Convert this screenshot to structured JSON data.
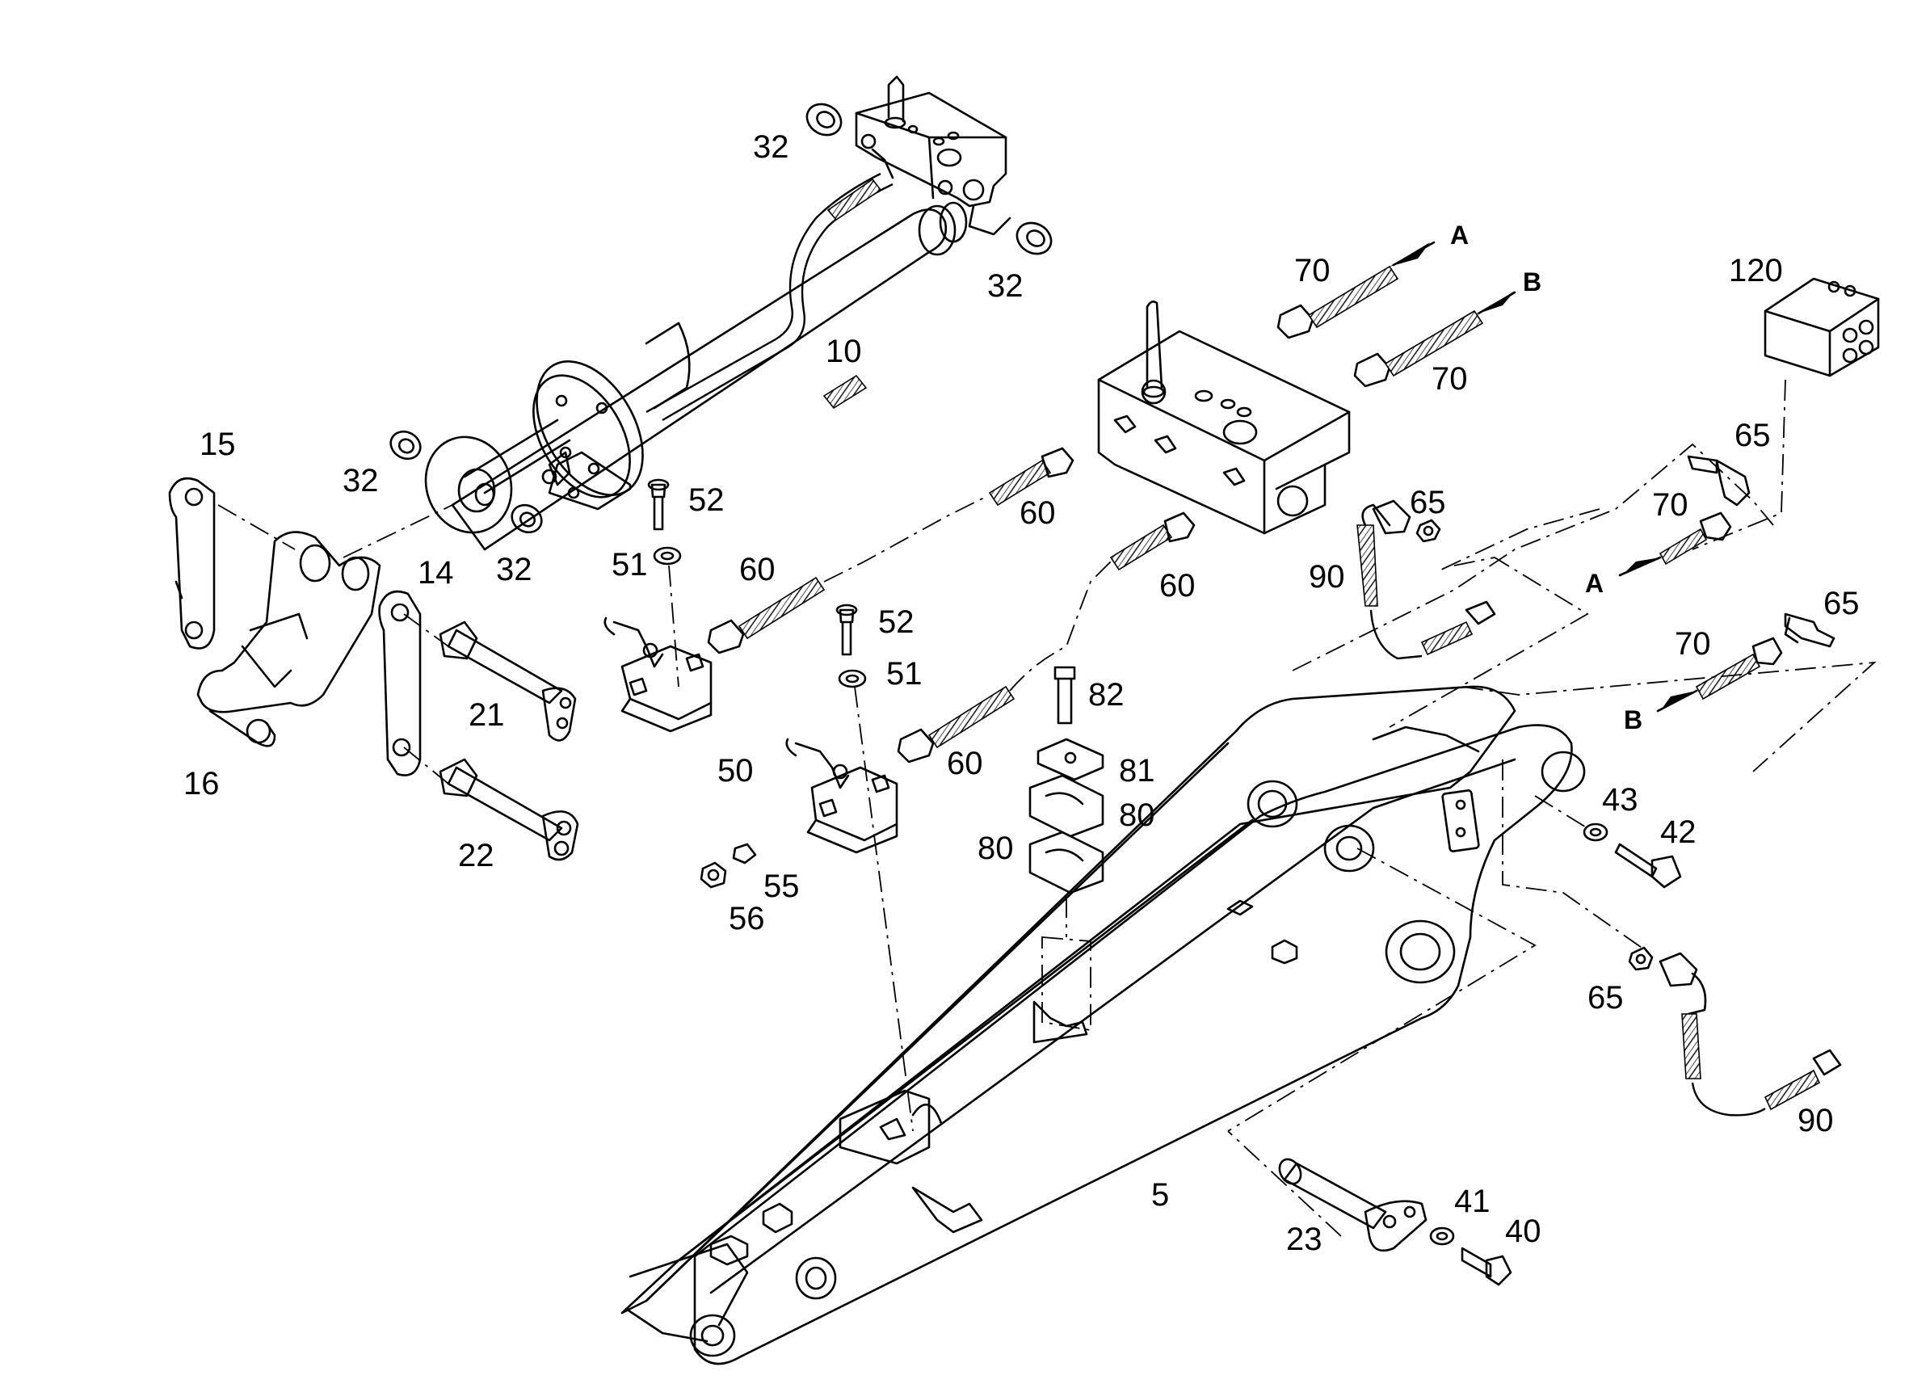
{
  "diagram": {
    "callouts": {
      "c5": "5",
      "c10": "10",
      "c14": "14",
      "c15": "15",
      "c16": "16",
      "c21": "21",
      "c22": "22",
      "c23": "23",
      "c32a": "32",
      "c32b": "32",
      "c32c": "32",
      "c32d": "32",
      "c40": "40",
      "c41": "41",
      "c42": "42",
      "c43": "43",
      "c50": "50",
      "c51a": "51",
      "c51b": "51",
      "c52a": "52",
      "c52b": "52",
      "c55": "55",
      "c56": "56",
      "c60a": "60",
      "c60b": "60",
      "c60c": "60",
      "c60d": "60",
      "c65a": "65",
      "c65b": "65",
      "c65c": "65",
      "c65d": "65",
      "c70a": "70",
      "c70b": "70",
      "c70c": "70",
      "c70d": "70",
      "c80a": "80",
      "c80b": "80",
      "c81": "81",
      "c82": "82",
      "c90a": "90",
      "c90b": "90",
      "c120": "120"
    },
    "connections": {
      "a_top": "A",
      "b_top": "B",
      "a_right": "A",
      "b_right": "B"
    }
  }
}
